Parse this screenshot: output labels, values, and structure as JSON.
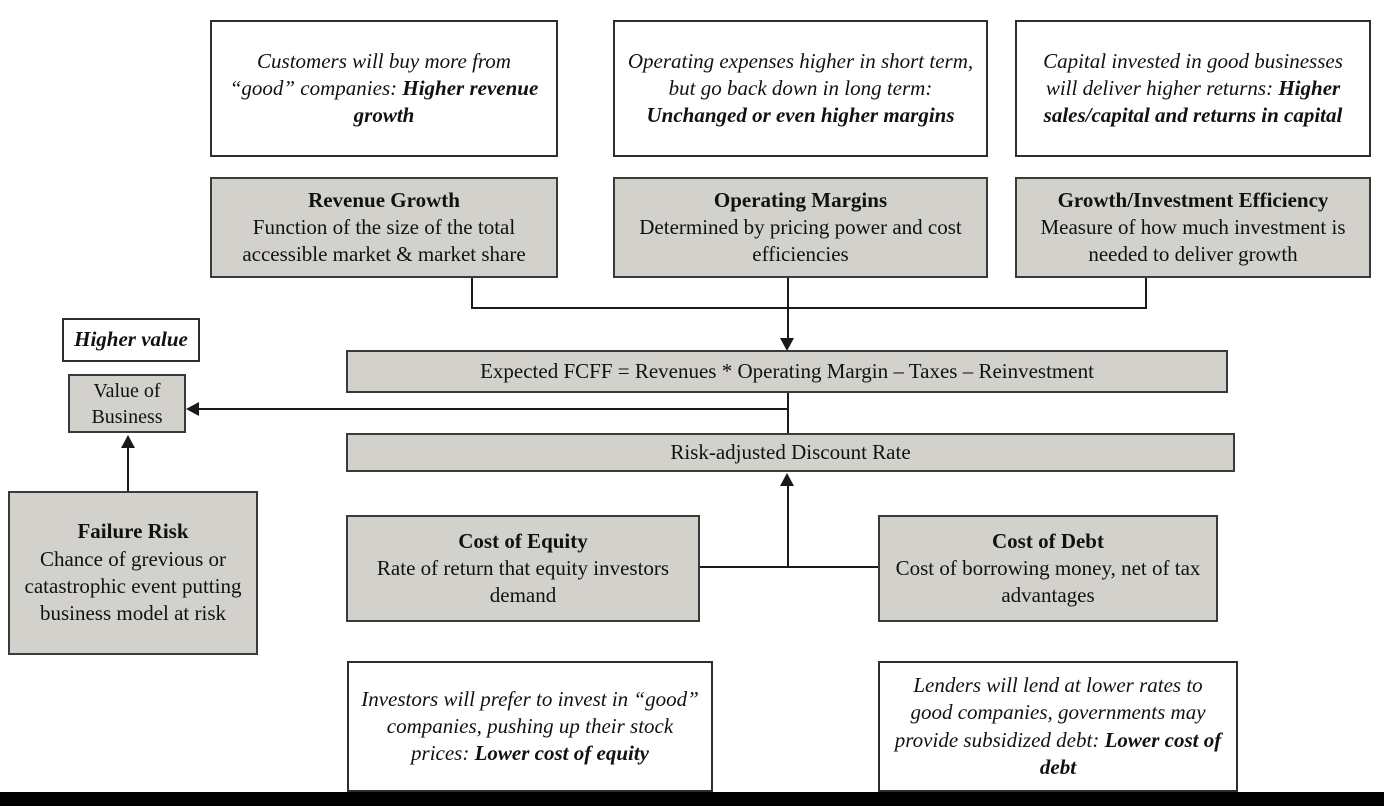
{
  "top_notes": [
    {
      "text": "Customers will buy more from “good” companies: ",
      "bold": "Higher revenue growth"
    },
    {
      "text": "Operating expenses higher in short term, but go back down in long term: ",
      "bold": "Unchanged or even higher margins"
    },
    {
      "text": "Capital invested in good businesses will deliver higher returns: ",
      "bold": "Higher sales/capital and returns in capital"
    }
  ],
  "drivers": [
    {
      "title": "Revenue Growth",
      "desc": "Function of the size of the total accessible market & market share"
    },
    {
      "title": "Operating Margins",
      "desc": "Determined by pricing power and cost efficiencies"
    },
    {
      "title": "Growth/Investment Efficiency",
      "desc": "Measure of how much investment is needed to deliver growth"
    }
  ],
  "fcff_bar": "Expected FCFF = Revenues * Operating Margin – Taxes – Reinvestment",
  "discount_bar": "Risk-adjusted Discount Rate",
  "higher_value_label": "Higher value",
  "value_of_business_label": "Value of Business",
  "failure_risk": {
    "title": "Failure Risk",
    "desc": "Chance of grevious or catastrophic event putting business model at risk"
  },
  "cost_of_equity": {
    "title": "Cost of Equity",
    "desc": "Rate of return that equity investors demand"
  },
  "cost_of_debt": {
    "title": "Cost of Debt",
    "desc": "Cost of borrowing money, net of tax advantages"
  },
  "bottom_notes": [
    {
      "text": "Investors will prefer to invest in “good” companies, pushing up their stock prices: ",
      "bold": "Lower cost of equity"
    },
    {
      "text": "Lenders will lend at lower rates to good companies, governments may provide subsidized debt: ",
      "bold": "Lower cost of debt"
    }
  ],
  "colors": {
    "box_fill": "#d3d1cb",
    "box_border": "#3a3a3a",
    "line": "#1a1a1a",
    "bottom_bar": "#000000"
  }
}
